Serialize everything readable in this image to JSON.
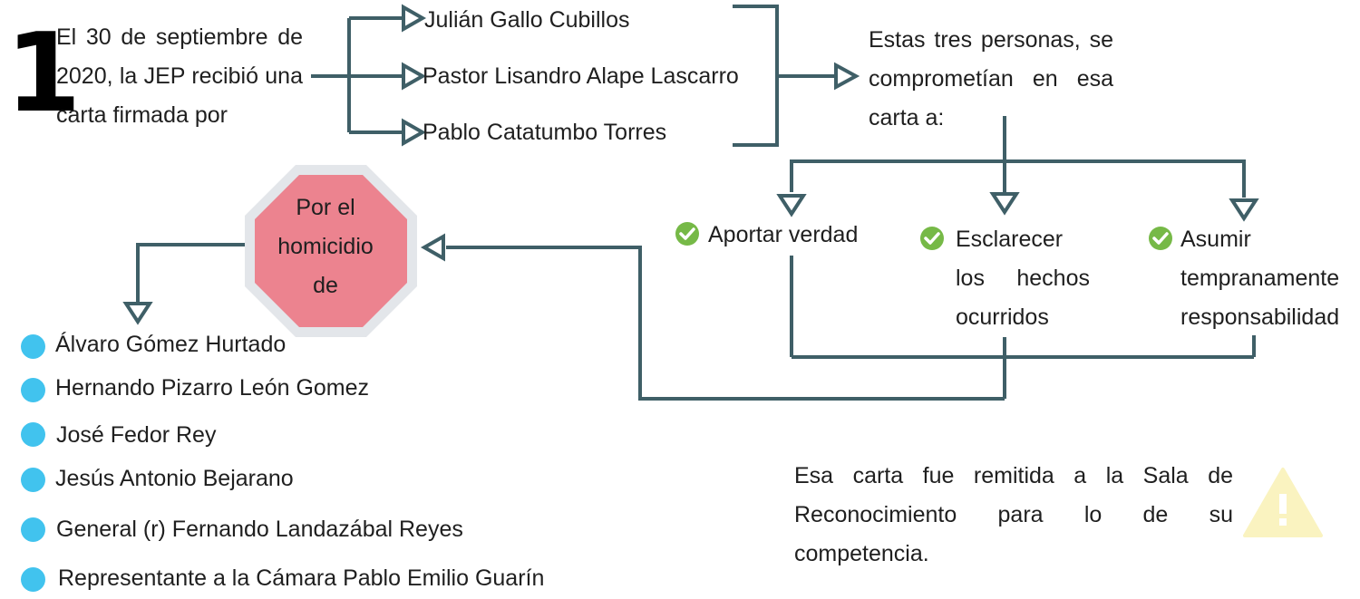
{
  "step_number": "1",
  "intro_lines": [
    "El 30 de septiembre de",
    "2020, la JEP recibió una",
    "carta firmada por"
  ],
  "signers": [
    "Julián Gallo Cubillos",
    "Pastor Lisandro Alape Lascarro",
    "Pablo Catatumbo Torres"
  ],
  "commitment_lines": [
    "Estas tres personas, se",
    "comprometían en esa",
    "carta a:"
  ],
  "commitments": [
    {
      "lines": [
        "Aportar verdad"
      ]
    },
    {
      "lines": [
        "Esclarecer",
        "los hechos",
        "ocurridos"
      ]
    },
    {
      "lines": [
        "Asumir",
        "tempranamente",
        "responsabilidad"
      ]
    }
  ],
  "stop_sign_lines": [
    "Por el",
    "homicidio",
    "de"
  ],
  "victims": [
    "Álvaro Gómez Hurtado",
    "Hernando Pizarro León Gomez",
    "José Fedor Rey",
    "Jesús Antonio Bejarano",
    "General (r) Fernando Landazábal Reyes",
    "Representante a la Cámara Pablo Emilio Guarín"
  ],
  "note_lines": [
    "Esa carta fue remitida a la Sala de",
    "Reconocimiento para lo de su",
    "competencia."
  ],
  "colors": {
    "line": "#3f5f67",
    "check": "#76b947",
    "dot": "#41c3ee",
    "octagon_fill": "#ec838f",
    "octagon_border": "#e3e6ea",
    "warning": "#faf3c0"
  },
  "icons": [
    "check-icon",
    "warning-icon",
    "stop-octagon-icon"
  ]
}
